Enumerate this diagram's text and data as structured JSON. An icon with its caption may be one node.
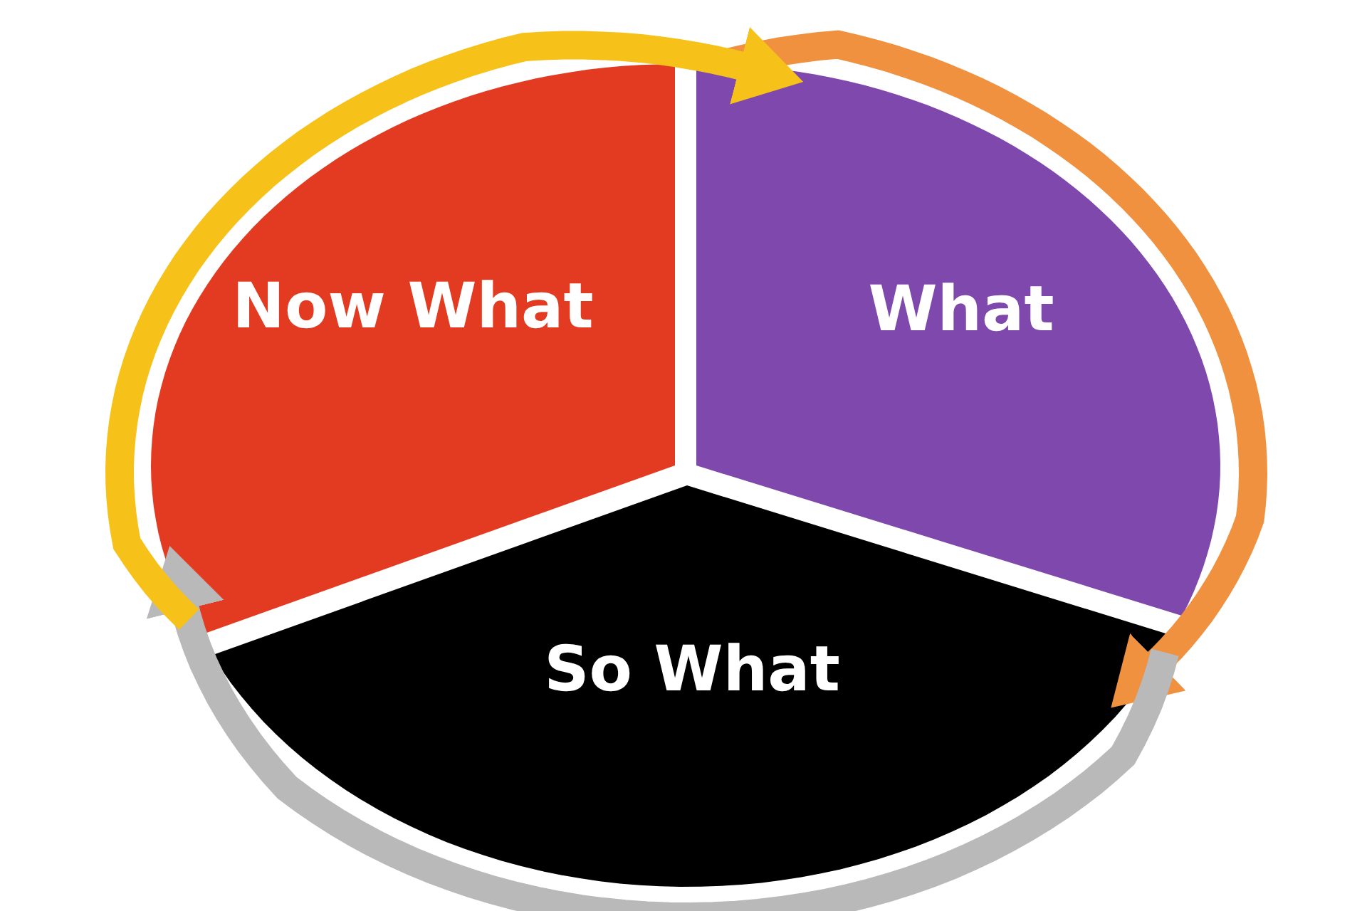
{
  "diagram": {
    "nodes": [
      {
        "text": [
          "Now What"
        ]
      },
      {
        "text": [
          "What"
        ]
      },
      {
        "text": [
          "So What"
        ]
      }
    ],
    "edges": [
      {
        "from": 1,
        "to": 2,
        "arrow": "to",
        "color": "#f0913f"
      },
      {
        "from": 2,
        "to": 0,
        "arrow": "to",
        "color": "#b9b9b9"
      },
      {
        "from": 0,
        "to": 1,
        "arrow": "to",
        "color": "#f6c21a"
      }
    ]
  }
}
